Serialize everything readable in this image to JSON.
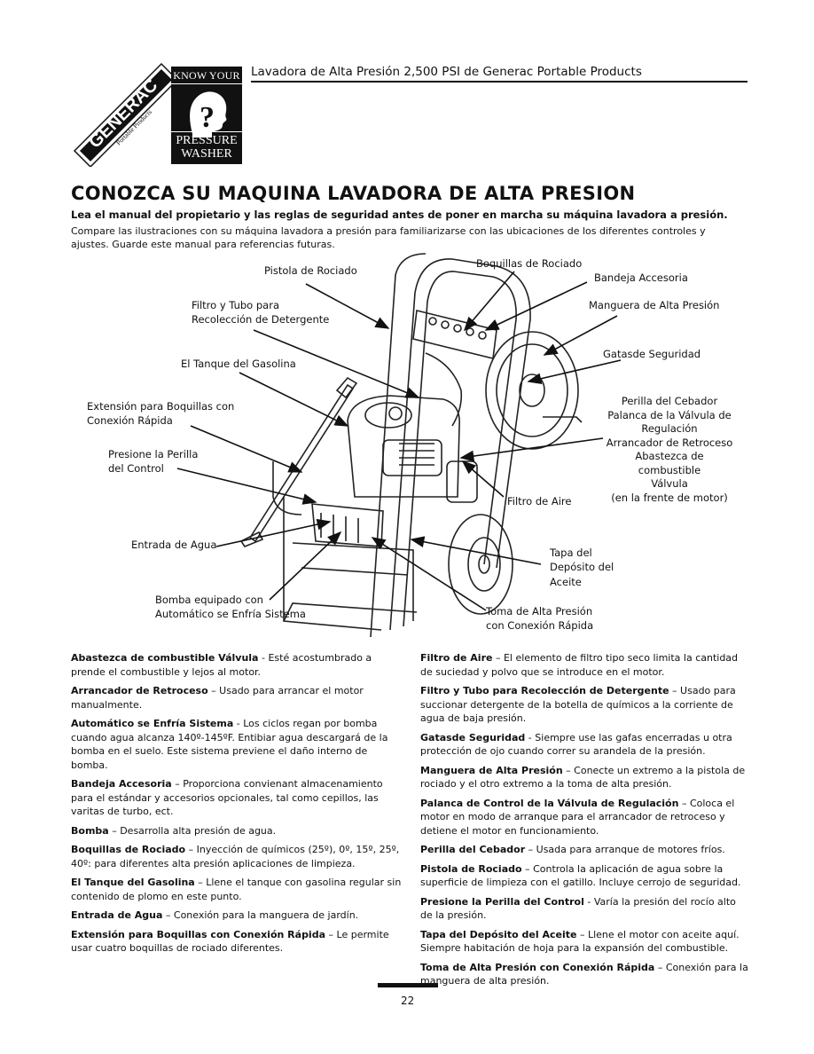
{
  "header": {
    "brand_logo_text": "GENERAC Portable Products",
    "badge_top": "KNOW YOUR",
    "badge_bottom_1": "PRESSURE",
    "badge_bottom_2": "WASHER",
    "title": "Lavadora de Alta Presión 2,500 PSI de Generac Portable Products"
  },
  "heading": "CONOZCA SU MAQUINA LAVADORA DE ALTA PRESION",
  "intro": {
    "bold": "Lea el manual del propietario y las reglas de seguridad antes de poner en marcha su máquina lavadora a presión.",
    "text": "Compare las ilustraciones con su máquina lavadora a presión para familiarizarse con las ubicaciones de los diferentes controles y ajustes. Guarde este manual para referencias futuras."
  },
  "diagram_labels": {
    "pistola": "Pistola de Rociado",
    "filtro_tubo_1": "Filtro y Tubo para",
    "filtro_tubo_2": "Recolección de Detergente",
    "tanque": "El Tanque del Gasolina",
    "extension_1": "Extensión para Boquillas con",
    "extension_2": "Conexión Rápida",
    "presione_1": "Presione la Perilla",
    "presione_2": "del Control",
    "entrada": "Entrada de Agua",
    "bomba_1": "Bomba equipado con",
    "bomba_2": "Automático se Enfría Sistema",
    "boquillas": "Boquillas de Rociado",
    "bandeja": "Bandeja Accesoria",
    "manguera": "Manguera de Alta Presión",
    "gatas": "Gatasde Seguridad",
    "right_group": [
      "Perilla del Cebador",
      "Palanca de la Válvula de",
      "Regulación",
      "Arrancador de Retroceso",
      "Abastezca de combustible",
      "Válvula",
      "(en la frente de motor)"
    ],
    "filtro_aire": "Filtro de Aire",
    "tapa_1": "Tapa del",
    "tapa_2": "Depósito del",
    "tapa_3": "Aceite",
    "toma_1": "Toma de Alta Presión",
    "toma_2": "con Conexión Rápida"
  },
  "glossary_left": [
    {
      "term": "Abastezca de combustible Válvula",
      "sep": " - ",
      "desc": "Esté acostumbrado a prende el combustible y lejos al motor."
    },
    {
      "term": "Arrancador de Retroceso",
      "sep": " – ",
      "desc": "Usado para arrancar el motor manualmente."
    },
    {
      "term": "Automático se Enfría Sistema",
      "sep": " - ",
      "desc": "Los ciclos regan por bomba cuando agua alcanza 140º-145ºF. Entibiar agua descargará de la bomba en el suelo. Este sistema previene el daño interno de bomba."
    },
    {
      "term": "Bandeja Accesoria",
      "sep": " – ",
      "desc": "Proporciona convienant almacenamiento para el estándar y accesorios opcionales, tal como cepillos, las varitas de turbo, ect."
    },
    {
      "term": "Bomba",
      "sep": " – ",
      "desc": "Desarrolla alta presión de agua."
    },
    {
      "term": "Boquillas de Rociado",
      "sep": " – ",
      "desc": "Inyección de químicos (25º), 0º, 15º, 25º, 40º: para diferentes alta presión aplicaciones de limpieza."
    },
    {
      "term": "El Tanque del Gasolina",
      "sep": " – ",
      "desc": "Llene el tanque con gasolina regular sin contenido de plomo en este punto."
    },
    {
      "term": "Entrada de Agua",
      "sep": " – ",
      "desc": "Conexión para la manguera de jardín."
    },
    {
      "term": "Extensión para Boquillas con Conexión Rápida",
      "sep": " – ",
      "desc": "Le permite usar cuatro boquillas de rociado diferentes."
    }
  ],
  "glossary_right": [
    {
      "term": "Filtro de Aire",
      "sep": " – ",
      "desc": "El elemento de filtro tipo seco limita la cantidad de suciedad y polvo que se introduce en el motor."
    },
    {
      "term": "Filtro y Tubo para Recolección de Detergente",
      "sep": " – ",
      "desc": "Usado para succionar detergente de la botella de químicos a la corriente de agua de baja presión."
    },
    {
      "term": "Gatasde Seguridad",
      "sep": " - ",
      "desc": "Siempre use las gafas encerradas u otra protección de ojo cuando correr su arandela de la presión."
    },
    {
      "term": "Manguera de Alta Presión",
      "sep": " – ",
      "desc": "Conecte un extremo a la pistola de rociado y el otro extremo a la toma de alta presión."
    },
    {
      "term": "Palanca de Control de la Válvula de Regulación",
      "sep": " – ",
      "desc": "Coloca el motor en modo de arranque para el arrancador de retroceso y detiene el motor en funcionamiento."
    },
    {
      "term": "Perilla del Cebador",
      "sep": " – ",
      "desc": "Usada para arranque de motores fríos."
    },
    {
      "term": "Pistola de Rociado",
      "sep": " – ",
      "desc": "Controla la aplicación de agua sobre la superficie de limpieza con el gatillo. Incluye cerrojo de seguridad."
    },
    {
      "term": "Presione la Perilla del Control",
      "sep": " - ",
      "desc": "Varía la presión del rocío alto de la presión."
    },
    {
      "term": "Tapa del Depósito del Aceite",
      "sep": " – ",
      "desc": "Llene el motor con aceite aquí. Siempre habitación de hoja para la expansión del combustible."
    },
    {
      "term": "Toma de Alta Presión con Conexión Rápida",
      "sep": " – ",
      "desc": "Conexión para la manguera de alta presión."
    }
  ],
  "page_number": "22"
}
